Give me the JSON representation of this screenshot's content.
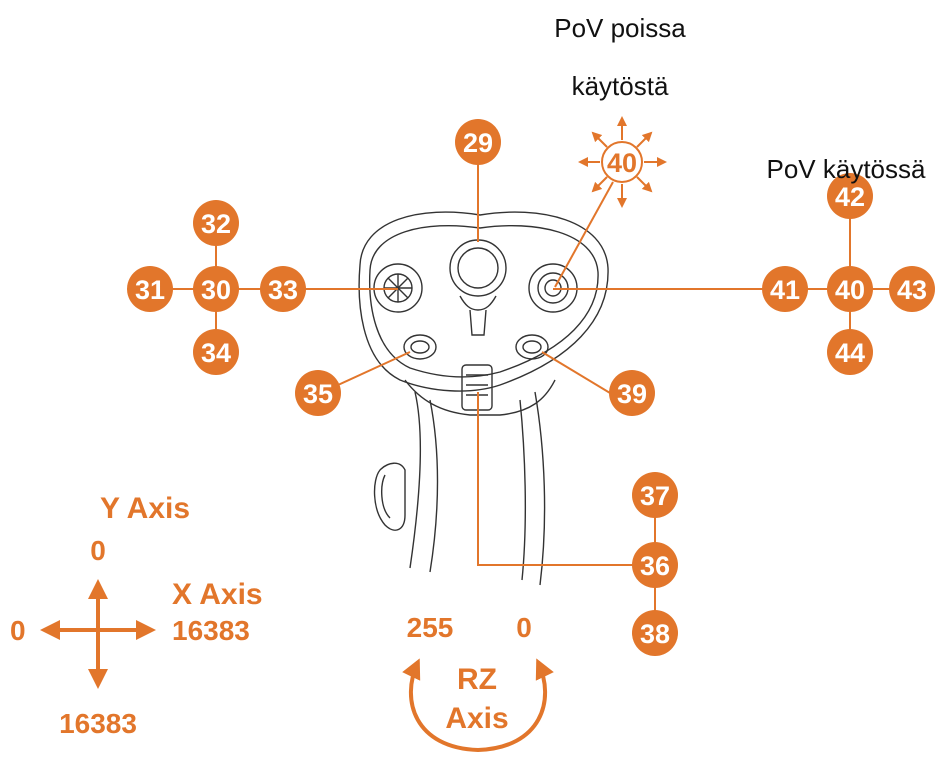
{
  "colors": {
    "accent": "#e2762b",
    "ink": "#111111",
    "stick": "#333333"
  },
  "pov_labels": {
    "disabled_line1": "PoV poissa",
    "disabled_line2": "käytöstä",
    "enabled": "PoV käytössä"
  },
  "buttons": {
    "b29": "29",
    "b30": "30",
    "b31": "31",
    "b32": "32",
    "b33": "33",
    "b34": "34",
    "b35": "35",
    "b36": "36",
    "b37": "37",
    "b38": "38",
    "b39": "39",
    "b40": "40",
    "b41": "41",
    "b42": "42",
    "b43": "43",
    "b44": "44",
    "b40_disabled": "40"
  },
  "axes": {
    "y_title": "Y Axis",
    "y_top": "0",
    "y_bottom": "16383",
    "x_title": "X Axis",
    "x_left": "0",
    "x_right": "16383",
    "rz_line1": "RZ",
    "rz_line2": "Axis",
    "rz_left": "255",
    "rz_right": "0"
  }
}
